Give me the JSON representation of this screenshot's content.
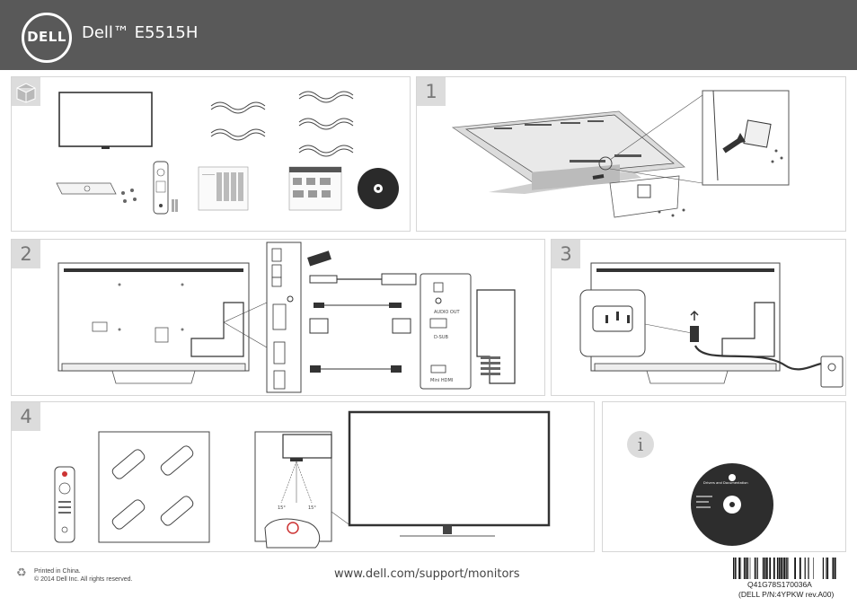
{
  "header": {
    "brand": "DELL",
    "title": "Dell™ E5515H",
    "bg": "#595959"
  },
  "steps": {
    "s1": "1",
    "s2": "2",
    "s3": "3",
    "s4": "4",
    "info": "i"
  },
  "panel2": {
    "audio_out": "AUDIO OUT",
    "dsub": "D-SUB",
    "mini_hdmi": "Mini HDMI"
  },
  "panel4": {
    "angle_left": "15°",
    "angle_right": "15°"
  },
  "info_panel": {
    "disc_title": "Drivers and Documentation"
  },
  "footer": {
    "printed": "Printed in China.",
    "copyright": "© 2014 Dell Inc. All rights reserved.",
    "url": "www.dell.com/support/monitors",
    "code1": "Q41G78S170036A",
    "code2": "(DELL P/N:4YPKW rev.A00)"
  }
}
